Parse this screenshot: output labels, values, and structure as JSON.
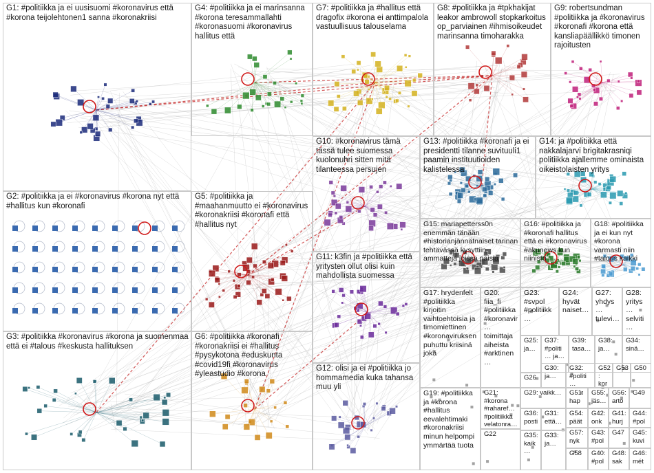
{
  "groups": [
    {
      "id": "g1",
      "label": "G1: #politiikka ja ei uusisuomi #koronavirus että #korona teijolehtonen1 sanna #koronakriisi"
    },
    {
      "id": "g4",
      "label": "G4: #politiikka ja ei marinsanna #korona teresammallahti #koronasuomi #koronavirus hallitus että"
    },
    {
      "id": "g7",
      "label": "G7: #politiikka ja #hallitus että dragofix #korona ei anttimpalola vastuullisuus talouselama"
    },
    {
      "id": "g8",
      "label": "G8: #politiikka ja #tpkhakijat leakor ambrowoll stopkarkoitus op_parviainen #ihmisoikeudet marinsanna timoharakka"
    },
    {
      "id": "g9",
      "label": "G9: robertsundman #politiikka ja #koronavirus #koronafi #korona että kansliapäällikkö timonen rajoitusten"
    },
    {
      "id": "g10",
      "label": "G10: #koronavirus tämä tässä tulee suomessa kuolonuhri sitten mitä tilanteessa persujen"
    },
    {
      "id": "g13",
      "label": "G13: #politiikka #koronafi ja ei presidentti tilanne suvituuli1 paamin instituutioiden kalistelessa"
    },
    {
      "id": "g14",
      "label": "G14: ja #politiikka että nakkalajarvi brigitakrasniqi politiikka ajallemme ominaista oikeistolaisten yritys"
    },
    {
      "id": "g2",
      "label": "G2: #politiikka ja ei #koronavirus #korona nyt että #hallitus kun #koronafi"
    },
    {
      "id": "g5",
      "label": "G5: #politiikka ja #maahanmuutto ei #koronavirus #koronakriisi #koronafi että #hallitus nyt"
    },
    {
      "id": "g11",
      "label": "G11: k3fin ja #politiikka että yritysten ollut olisi kuin mahdollista suomessa"
    },
    {
      "id": "g15",
      "label": "G15: mariapetterss0n enemmän tänään #historianjännätnaiset tarinan tehtävässä kysyttiin ammatteja joissa naisia"
    },
    {
      "id": "g16",
      "label": "G16: #politiikka ja #koronafi hallitus että ei #koronavirus #akunews kun niinistö"
    },
    {
      "id": "g18",
      "label": "G18: #politiikka ja ei kun nyt #korona varmasti niin #talous kaikki"
    },
    {
      "id": "g3",
      "label": "G3: #politiikka #koronavirus #korona ja suomenmaa että ei #talous #keskusta hallituksen"
    },
    {
      "id": "g6",
      "label": "G6: #politiikka #koronafi #koronakriisi ei #hallitus #pysykotona #eduskunta #covid19fi #koronavirus #yleastudio #korona"
    },
    {
      "id": "g12",
      "label": "G12: olisi ja ei #politiikka jo hommamedia kuka tahansa muu yli"
    },
    {
      "id": "g17",
      "label": "G17: hrydenfelt #politiikka kirjoitin vaihtoehtoisia ja timomiettinen #koronaviruksen puhuttu kriisinä joka"
    },
    {
      "id": "g20",
      "label": "G20: fiia_fi #politiikka #koronavir… toimittaja aiheista #arktinen…"
    },
    {
      "id": "g23",
      "label": "G23: #svpol #politiikk…"
    },
    {
      "id": "g24",
      "label": "G24: hyvät naiset…"
    },
    {
      "id": "g27",
      "label": "G27: yhdys… tulevi…"
    },
    {
      "id": "g28",
      "label": "G28: yritys… selviti…"
    },
    {
      "id": "g25",
      "label": "G25: ja…"
    },
    {
      "id": "g37",
      "label": "G37: #politi… ja…"
    },
    {
      "id": "g39",
      "label": "G39: tasa…"
    },
    {
      "id": "g38",
      "label": "G38: ja…"
    },
    {
      "id": "g34",
      "label": "G34: sinä…"
    },
    {
      "id": "g26",
      "label": "G26"
    },
    {
      "id": "g30",
      "label": "G30: ja…"
    },
    {
      "id": "g32",
      "label": "G32: #politi…"
    },
    {
      "id": "g52",
      "label": "G52: kor…"
    },
    {
      "id": "g53",
      "label": "G53"
    },
    {
      "id": "g50",
      "label": "G50"
    },
    {
      "id": "g51",
      "label": "G51: hap…"
    },
    {
      "id": "g55",
      "label": "G55: jäs…"
    },
    {
      "id": "g56",
      "label": "G56: arto…"
    },
    {
      "id": "g49",
      "label": "G49"
    },
    {
      "id": "g19",
      "label": "G19: #politiikka ja #korona #hallitus eevalehtimaki #koronakriisi minun helpompi ymmärtää tuota"
    },
    {
      "id": "g21",
      "label": "G21: #korona #raharef… #politiikka velatonra…"
    },
    {
      "id": "g29",
      "label": "G29: vaikk…"
    },
    {
      "id": "g54",
      "label": "G54: päät…"
    },
    {
      "id": "g42",
      "label": "G42: onk…"
    },
    {
      "id": "g41",
      "label": "G41: hurj…"
    },
    {
      "id": "g44",
      "label": "G44: #pol…"
    },
    {
      "id": "g22",
      "label": "G22"
    },
    {
      "id": "g36",
      "label": "G36: posti…"
    },
    {
      "id": "g31",
      "label": "G31: että…"
    },
    {
      "id": "g57",
      "label": "G57: nyk…"
    },
    {
      "id": "g43",
      "label": "G43: #pol…"
    },
    {
      "id": "g47",
      "label": "G47"
    },
    {
      "id": "g45",
      "label": "G45: kuvi…"
    },
    {
      "id": "g35",
      "label": "G35: kaik…"
    },
    {
      "id": "g33",
      "label": "G33: ja…"
    },
    {
      "id": "g58",
      "label": "G58"
    },
    {
      "id": "g40",
      "label": "G40: #pol…"
    },
    {
      "id": "g48",
      "label": "G48: sak…"
    },
    {
      "id": "g46",
      "label": "G46: mét…"
    }
  ],
  "colors": {
    "g1": "#1b2a7a",
    "g4": "#2e8b2e",
    "g7": "#d4b21e",
    "g8": "#b23a3a",
    "g9": "#c0207a",
    "g10": "#7a3a9a",
    "g13": "#2a6a9a",
    "g14": "#2a9ab0",
    "g2": "#3a6ab0",
    "g5": "#9a1a1a",
    "g11": "#6a2a9a",
    "g15": "#4a4a4a",
    "g16": "#2a7a2a",
    "g18": "#4a9ad0",
    "g3": "#1a5a6a",
    "g6": "#d08a1a",
    "g12": "#5a5aa0",
    "edge": "#9a9a9a",
    "edge_red": "#c42020"
  }
}
